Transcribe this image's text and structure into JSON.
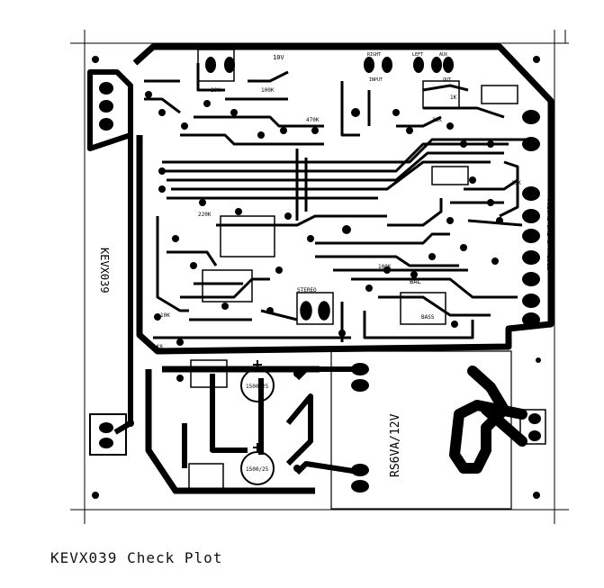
{
  "caption": "KEVX039 Check Plot",
  "board": {
    "side_label": "KEVX039",
    "transformer_label": "RS6VA/12V",
    "connector_label": "VOLUME BAL & TREBLE",
    "labels": {
      "ten_v": "10V",
      "cap_1500_top": "1500/25",
      "cap_1500_bottom": "1500/25",
      "stereo": "STEREO",
      "bal": "BAL",
      "bass": "BASS",
      "inputs": [
        "RIGHT",
        "LEFT",
        "AUX",
        "INPUT",
        "OUT"
      ],
      "r_values": [
        "10K",
        "100K",
        "470K",
        "1K",
        "220K",
        "33K",
        "15K",
        "10K",
        "100K",
        "1K8"
      ]
    },
    "colors": {
      "copper": "#000000",
      "paper": "#ffffff",
      "silk": "#000000"
    }
  }
}
